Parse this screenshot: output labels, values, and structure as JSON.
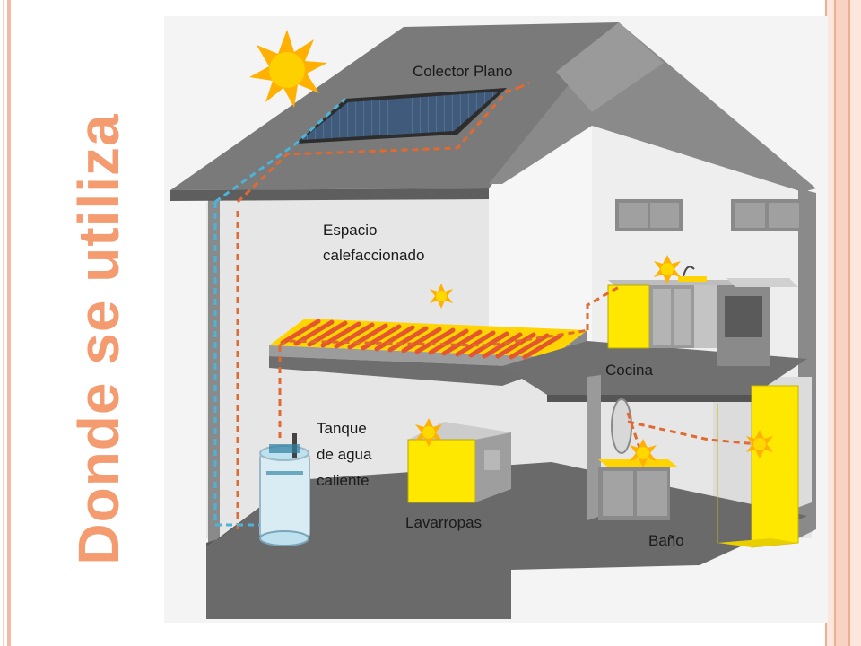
{
  "slide": {
    "title": "Donde se utiliza"
  },
  "diagram": {
    "labels": {
      "collector": "Colector Plano",
      "heated_space_line1": "Espacio",
      "heated_space_line2": "calefaccionado",
      "tank_line1": "Tanque",
      "tank_line2": "de agua",
      "tank_line3": "caliente",
      "washer": "Lavarropas",
      "kitchen": "Cocina",
      "bathroom": "Baño"
    }
  },
  "colors": {
    "title": "#f49b70",
    "wall_gray": "#7d7d7d",
    "floor_gray": "#666666",
    "appliance_yellow": "#ffe800",
    "hot_line": "#e06a30",
    "cold_line": "#4bb4d8"
  }
}
